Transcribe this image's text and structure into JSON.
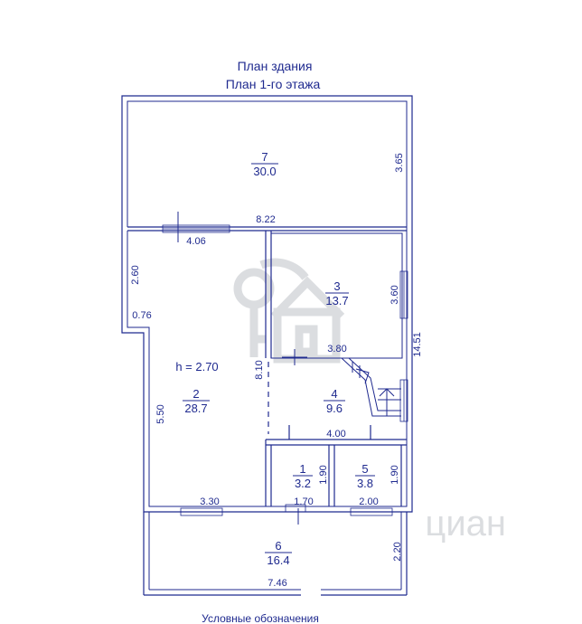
{
  "header": {
    "title": "План здания",
    "subtitle": "План 1-го этажа"
  },
  "footer": {
    "legend_title": "Условные обозначения"
  },
  "rooms": [
    {
      "number": "7",
      "area": "30.0"
    },
    {
      "number": "2",
      "area": "28.7"
    },
    {
      "number": "3",
      "area": "13.7"
    },
    {
      "number": "4",
      "area": "9.6"
    },
    {
      "number": "1",
      "area": "3.2"
    },
    {
      "number": "5",
      "area": "3.8"
    },
    {
      "number": "6",
      "area": "16.4"
    }
  ],
  "ceiling_height": "h = 2.70",
  "dimensions": {
    "room7_width": "8.22",
    "room7_depth": "3.65",
    "room2_top_width": "4.06",
    "left_upper": "2.60",
    "left_offset": "0.76",
    "left_lower": "5.50",
    "room2_bottom_width": "3.30",
    "partition_length": "8.10",
    "room3_depth": "3.60",
    "room3_width": "3.80",
    "total_depth": "14.51",
    "room4_width": "4.00",
    "room1_depth": "1.90",
    "room1_width": "1.70",
    "room5_depth": "1.90",
    "room5_width": "2.00",
    "room6_depth": "2.20",
    "room6_width": "7.46"
  },
  "watermark": {
    "text": "циан"
  }
}
